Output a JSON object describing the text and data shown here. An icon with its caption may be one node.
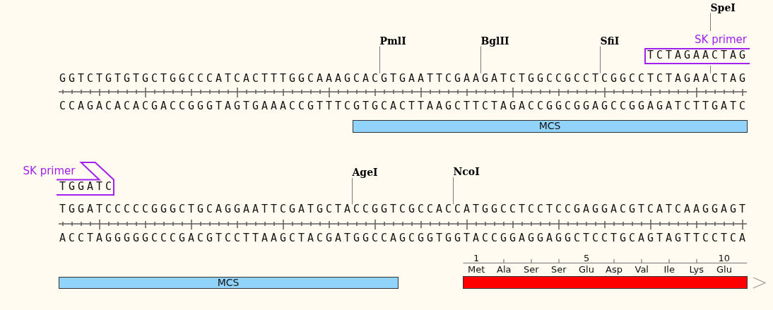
{
  "diagram": {
    "nodes": [
      {
        "text": [
          "SpeI"
        ]
      },
      {
        "text": [
          "PmlI"
        ]
      },
      {
        "text": [
          "BglII"
        ]
      },
      {
        "text": [
          "SfiI"
        ]
      },
      {
        "text": [
          "SK primer",
          "TCTAGAACTAG"
        ]
      },
      {
        "text": [
          "GGTCTGTGTGCTGGCCCATCACTTTGGCAAAGCACGTGAATTCGAAGATCTGGCCGCCTCGGCCTCTAGAACTAG"
        ]
      },
      {
        "text": [
          "MCS"
        ]
      },
      {
        "text": [
          "SK primer",
          "TGGATC"
        ]
      },
      {
        "text": [
          "AgeI"
        ]
      },
      {
        "text": [
          "NcoI"
        ]
      },
      {
        "text": [
          "TGGATCCCCCGGGCTGCAGGAATTCGATGCTACCGGTCGCCACCATGGCCTCCTCCGAGGACGTCATCAAGGAGT"
        ]
      },
      {
        "text": [
          "MCS"
        ]
      },
      {
        "text": [],
        "shape": "bar"
      }
    ],
    "edges": [
      {
        "from": 0,
        "to": 5,
        "arrow": "none"
      },
      {
        "from": 1,
        "to": 5,
        "arrow": "none"
      },
      {
        "from": 2,
        "to": 5,
        "arrow": "none"
      },
      {
        "from": 3,
        "to": 5,
        "arrow": "none"
      },
      {
        "from": 8,
        "to": 10,
        "arrow": "none"
      },
      {
        "from": 9,
        "to": 10,
        "arrow": "none"
      }
    ],
    "labels": [
      "CCAGACACACGACCGGGTAGTGAAACCGTTTCGTGCACTTAAGCTTCTAGACCGGCGGAGCCGGAGATCTTGATC",
      "ACCTAGGGGGCCCGACGTCCTTAAGCTACGATGGCCAGCGGTGGTACCGGAGGAGGCTCCTGCAGTAGTTCCTCA",
      "1",
      "5",
      "10",
      "Met",
      "Ala",
      "Ser",
      "Ser",
      "Glu",
      "Asp",
      "Val",
      "Ile",
      "Lys",
      "Glu"
    ]
  }
}
